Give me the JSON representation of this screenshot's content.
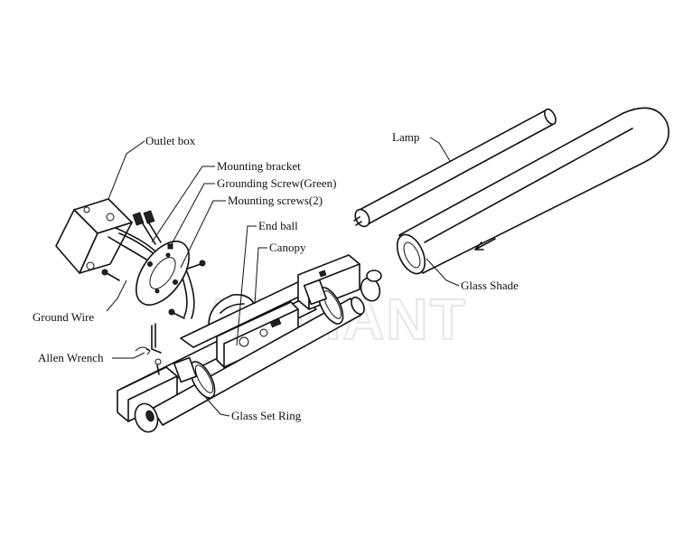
{
  "diagram": {
    "watermark": "ARTIANT",
    "labels": {
      "outlet_box": "Outlet box",
      "mounting_bracket": "Mounting bracket",
      "grounding_screw": "Grounding Screw(Green)",
      "mounting_screws": "Mounting screws(2)",
      "end_ball": "End ball",
      "canopy": "Canopy",
      "ground_wire": "Ground Wire",
      "allen_wrench": "Allen Wrench",
      "glass_set_ring": "Glass Set Ring",
      "lamp": "Lamp",
      "glass_shade": "Glass Shade"
    }
  }
}
